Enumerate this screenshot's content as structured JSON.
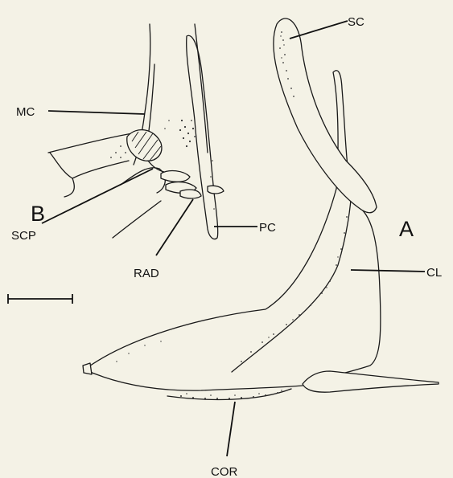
{
  "figure": {
    "panel_a": "A",
    "panel_b": "B",
    "labels": {
      "sc": "SC",
      "mc": "MC",
      "pc": "PC",
      "cl": "CL",
      "scp": "SCP",
      "rad": "RAD",
      "cor": "COR"
    }
  }
}
